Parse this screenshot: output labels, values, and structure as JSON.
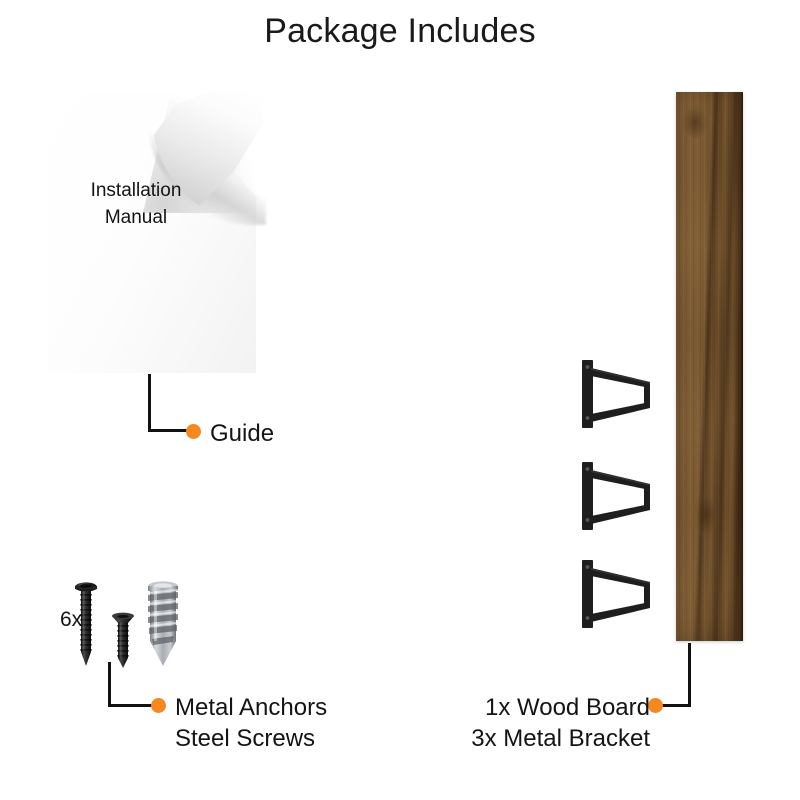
{
  "page": {
    "title": "Package Includes",
    "background_color": "#ffffff",
    "accent_color": "#f5891f",
    "line_color": "#111111"
  },
  "items": {
    "manual": {
      "name": "installation-manual",
      "text_line_1": "Installation",
      "text_line_2": "Manual",
      "callout_label": "Guide"
    },
    "fasteners": {
      "name": "metal-anchors-steel-screws",
      "quantity_label": "6x",
      "callout_line_1": "Metal Anchors",
      "callout_line_2": "Steel Screws"
    },
    "board_and_brackets": {
      "name": "wood-board-metal-bracket",
      "callout_line_1": "1x Wood Board",
      "callout_line_2": "3x Metal Bracket",
      "board_quantity": "1x",
      "bracket_quantity": "3x",
      "bracket_count": 3,
      "board_color": "#7d5c34",
      "bracket_color": "#1e1e1e"
    }
  },
  "icons": {
    "dot": "orange-dot-marker",
    "screw_long": "long-steel-screw-icon",
    "screw_short": "short-steel-screw-icon",
    "anchor": "metal-drywall-anchor-icon",
    "bracket": "metal-shelf-bracket-icon",
    "board": "wood-board-icon",
    "manual": "curled-paper-manual-icon"
  }
}
